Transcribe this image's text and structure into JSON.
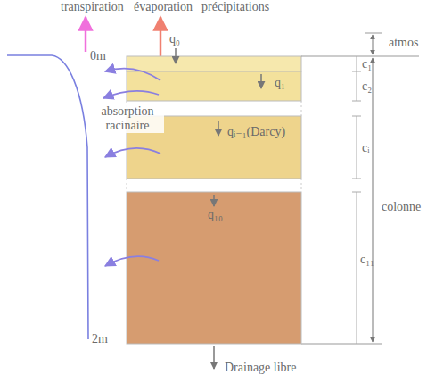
{
  "diagram": {
    "nodes": [
      {
        "text": [
          "q₁"
        ]
      },
      {
        "text": [
          "qᵢ₋₁(Darcy)"
        ]
      },
      {
        "text": [
          "q₁₀"
        ]
      }
    ],
    "labels": [
      "transpiration",
      "évaporation",
      "précipitations",
      "q₀",
      "0m",
      "atmos",
      "c₁",
      "c₂",
      "absorption racinaire",
      "cᵢ",
      "colonne",
      "c₁₁",
      "2m",
      "Drainage libre"
    ]
  }
}
